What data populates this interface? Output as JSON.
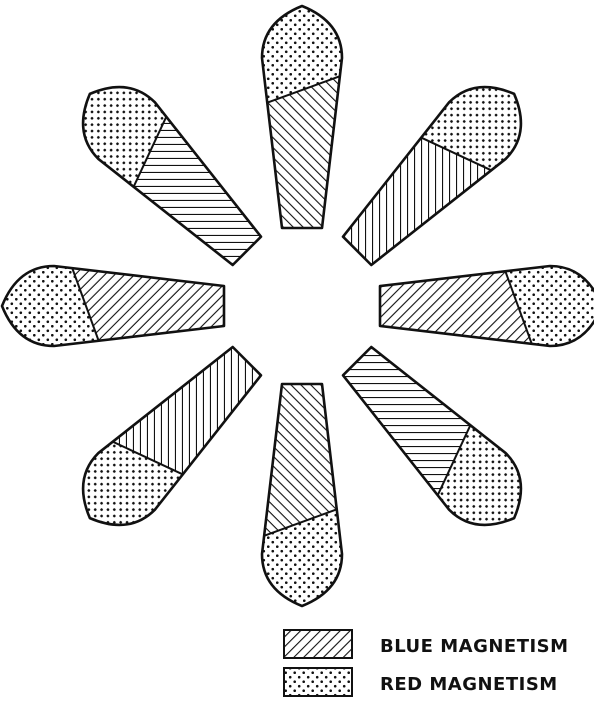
{
  "legend": {
    "items": [
      {
        "label": "BLUE MAGNETISM",
        "pattern": "diagonal-hatch"
      },
      {
        "label": "RED MAGNETISM",
        "pattern": "stipple-dots"
      }
    ]
  },
  "colors": {
    "ink": "#111111",
    "paper": "#ffffff"
  }
}
